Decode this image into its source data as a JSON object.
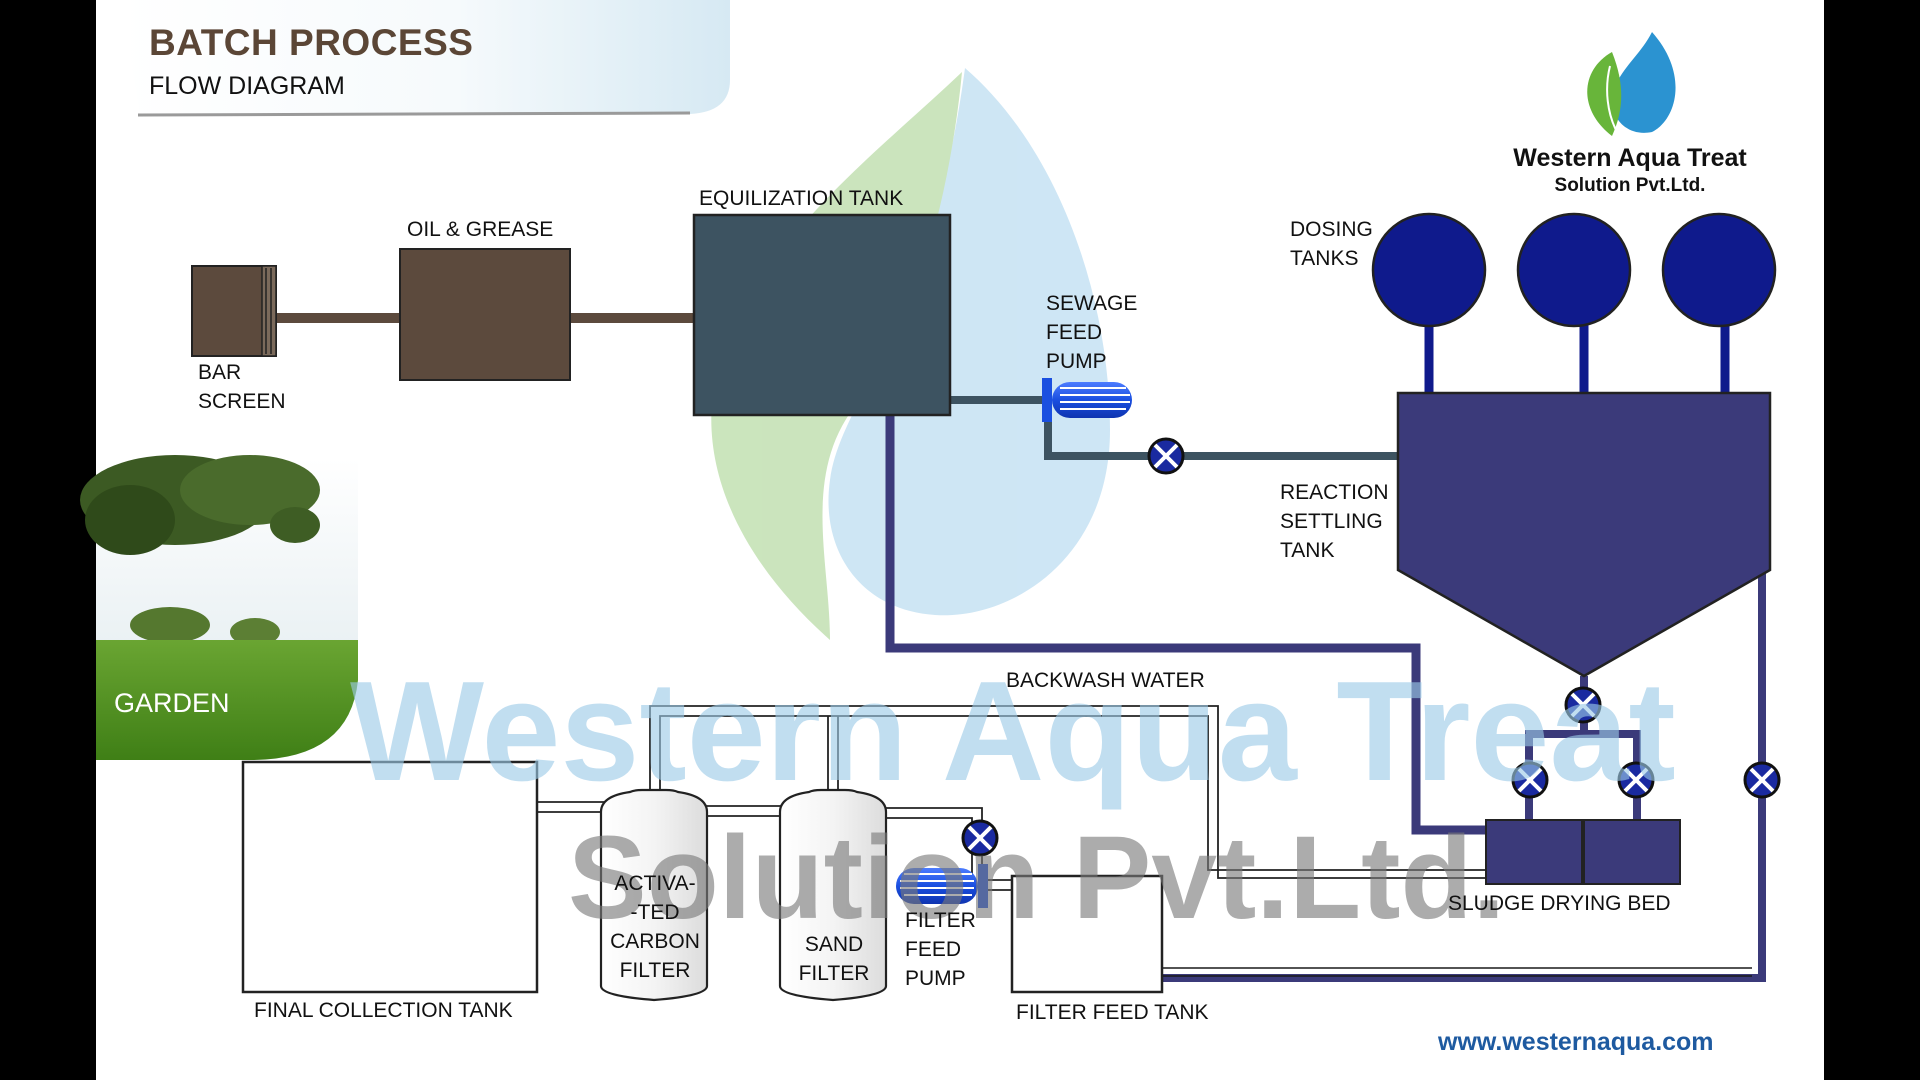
{
  "header": {
    "title": "BATCH PROCESS",
    "subtitle": "FLOW DIAGRAM"
  },
  "brand": {
    "line1": "Western Aqua Treat",
    "line2": "Solution Pvt.Ltd.",
    "logo_icon": "leaf-water-drop-icon",
    "website": "www.westernaqua.com"
  },
  "watermark": {
    "line1": "Western Aqua Treat",
    "line2": "Solution Pvt.Ltd."
  },
  "labels": {
    "bar_screen": "BAR\nSCREEN",
    "oil_grease": "OIL & GREASE",
    "equalization_tank": "EQUILIZATION TANK",
    "sewage_feed_pump": "SEWAGE\nFEED\nPUMP",
    "dosing_tanks": "DOSING\nTANKS",
    "reaction_settling_tank": "REACTION\nSETTLING\nTANK",
    "garden": "GARDEN",
    "backwash_water": "BACKWASH WATER",
    "final_collection_tank": "FINAL COLLECTION TANK",
    "activated_carbon_filter": "ACTIVA-\n-TED\nCARBON\nFILTER",
    "sand_filter": "SAND\nFILTER",
    "filter_feed_pump": "FILTER\nFEED\nPUMP",
    "filter_feed_tank": "FILTER FEED TANK",
    "sludge_drying_bed": "SLUDGE DRYING BED"
  },
  "colors": {
    "frame": "#000000",
    "background": "#ffffff",
    "brown_unit": "#5c4a3d",
    "equalization_tank": "#3d5361",
    "reaction_tank": "#3b3a7a",
    "dosing_tank": "#0f1a8c",
    "pipe_purple": "#3b3a7a",
    "pipe_grey": "#3d5361",
    "pump_blue": "#1a4fe0",
    "valve_fill": "#1a2aa0",
    "title_brown": "#5b4636",
    "watermark_blue": "#9ccbe8",
    "watermark_grey": "#7a7a7a",
    "website_blue": "#1e5aa0",
    "garden_green": "#4e8f1e"
  }
}
